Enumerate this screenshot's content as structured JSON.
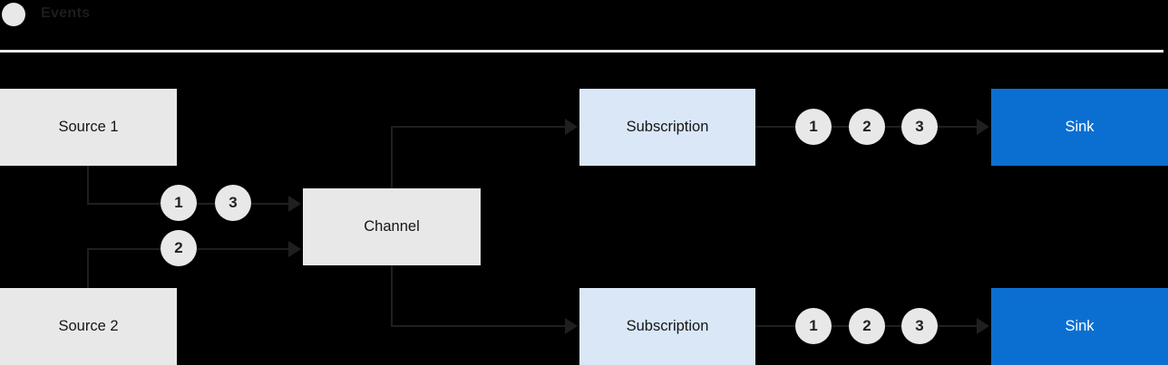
{
  "legend": {
    "label": "Events"
  },
  "nodes": {
    "source1": {
      "label": "Source 1"
    },
    "source2": {
      "label": "Source 2"
    },
    "channel": {
      "label": "Channel"
    },
    "subscription_top": {
      "label": "Subscription"
    },
    "subscription_bottom": {
      "label": "Subscription"
    },
    "sink_top": {
      "label": "Sink"
    },
    "sink_bottom": {
      "label": "Sink"
    }
  },
  "markers": {
    "source1_to_channel": [
      "1",
      "3"
    ],
    "source2_to_channel": [
      "2"
    ],
    "subscription_top_to_sink": [
      "1",
      "2",
      "3"
    ],
    "subscription_bottom_to_sink": [
      "1",
      "2",
      "3"
    ]
  },
  "colors": {
    "background": "#000000",
    "source_channel_fill": "#e8e8e8",
    "subscription_fill": "#d9e7f6",
    "sink_fill": "#0b6fd2",
    "event_circle_fill": "#e8e8e8",
    "connector_line": "#1f1f1f",
    "divider": "#ececec",
    "dark_text": "#151515",
    "sink_text": "#ffffff"
  }
}
